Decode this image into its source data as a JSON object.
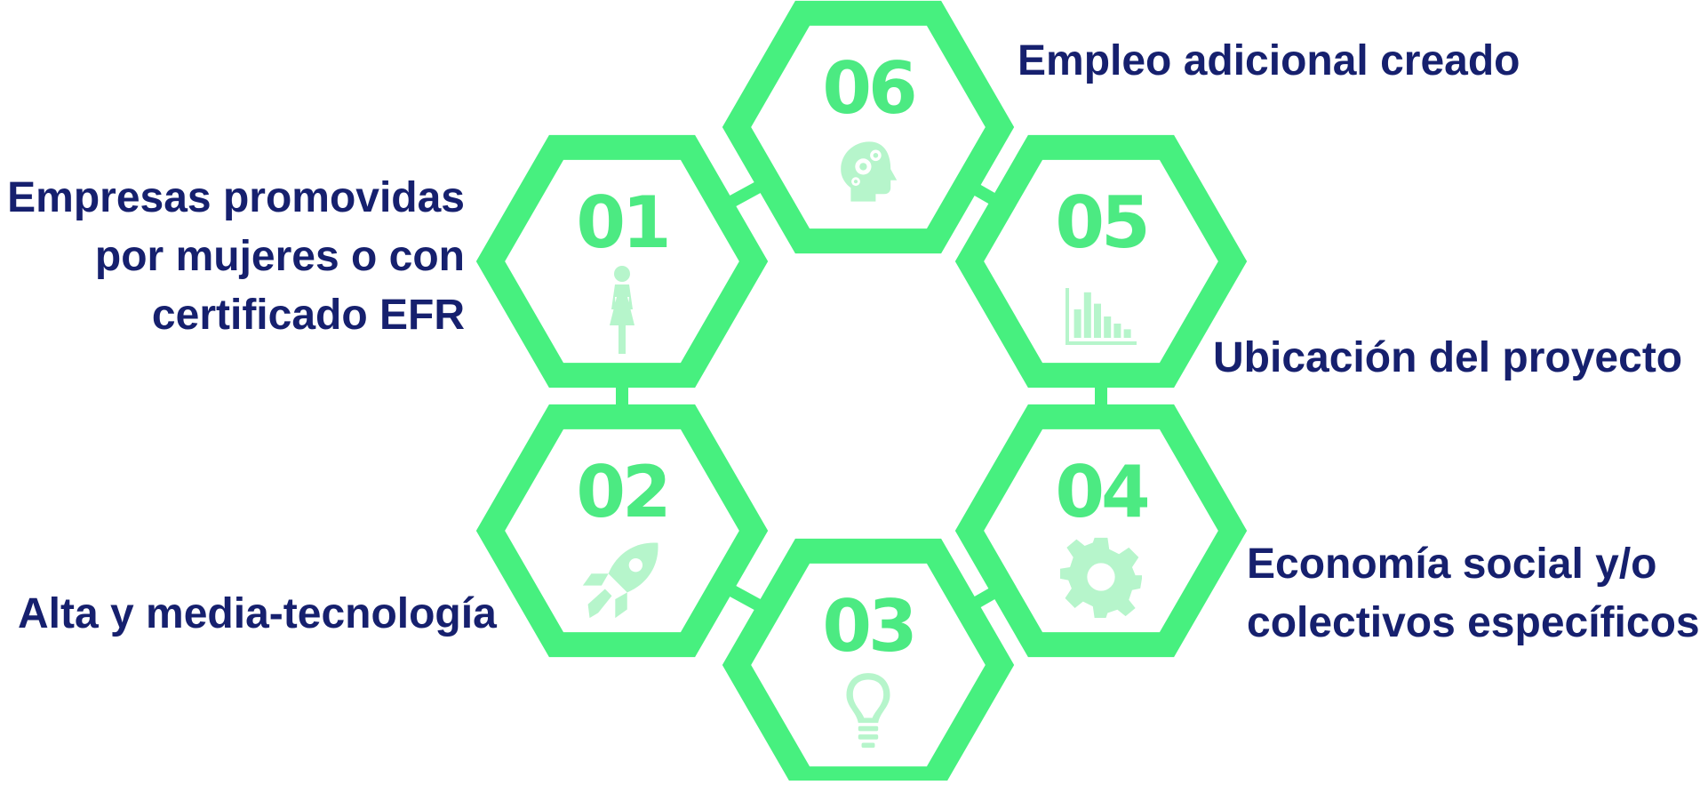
{
  "colors": {
    "hex_stroke": "#47f07f",
    "number": "#4cea82",
    "icon": "#b6f5cb",
    "label": "#16206e",
    "background": "#ffffff"
  },
  "items": [
    {
      "number": "01",
      "icon": "woman-icon",
      "label_lines": [
        "Empresas promovidas",
        "por mujeres o con",
        "certificado EFR"
      ]
    },
    {
      "number": "02",
      "icon": "rocket-icon",
      "label_lines": [
        "Alta y media-tecnología"
      ]
    },
    {
      "number": "03",
      "icon": "lightbulb-icon",
      "label_lines": [
        "Economía social y/o",
        "colectivos específicos"
      ]
    },
    {
      "number": "04",
      "icon": "gear-icon",
      "label_lines": [
        "Ubicación del proyecto"
      ]
    },
    {
      "number": "05",
      "icon": "bar-chart-icon",
      "label_lines": [
        "Empleo adicional creado"
      ]
    },
    {
      "number": "06",
      "icon": "head-gears-icon",
      "label_lines": []
    }
  ]
}
